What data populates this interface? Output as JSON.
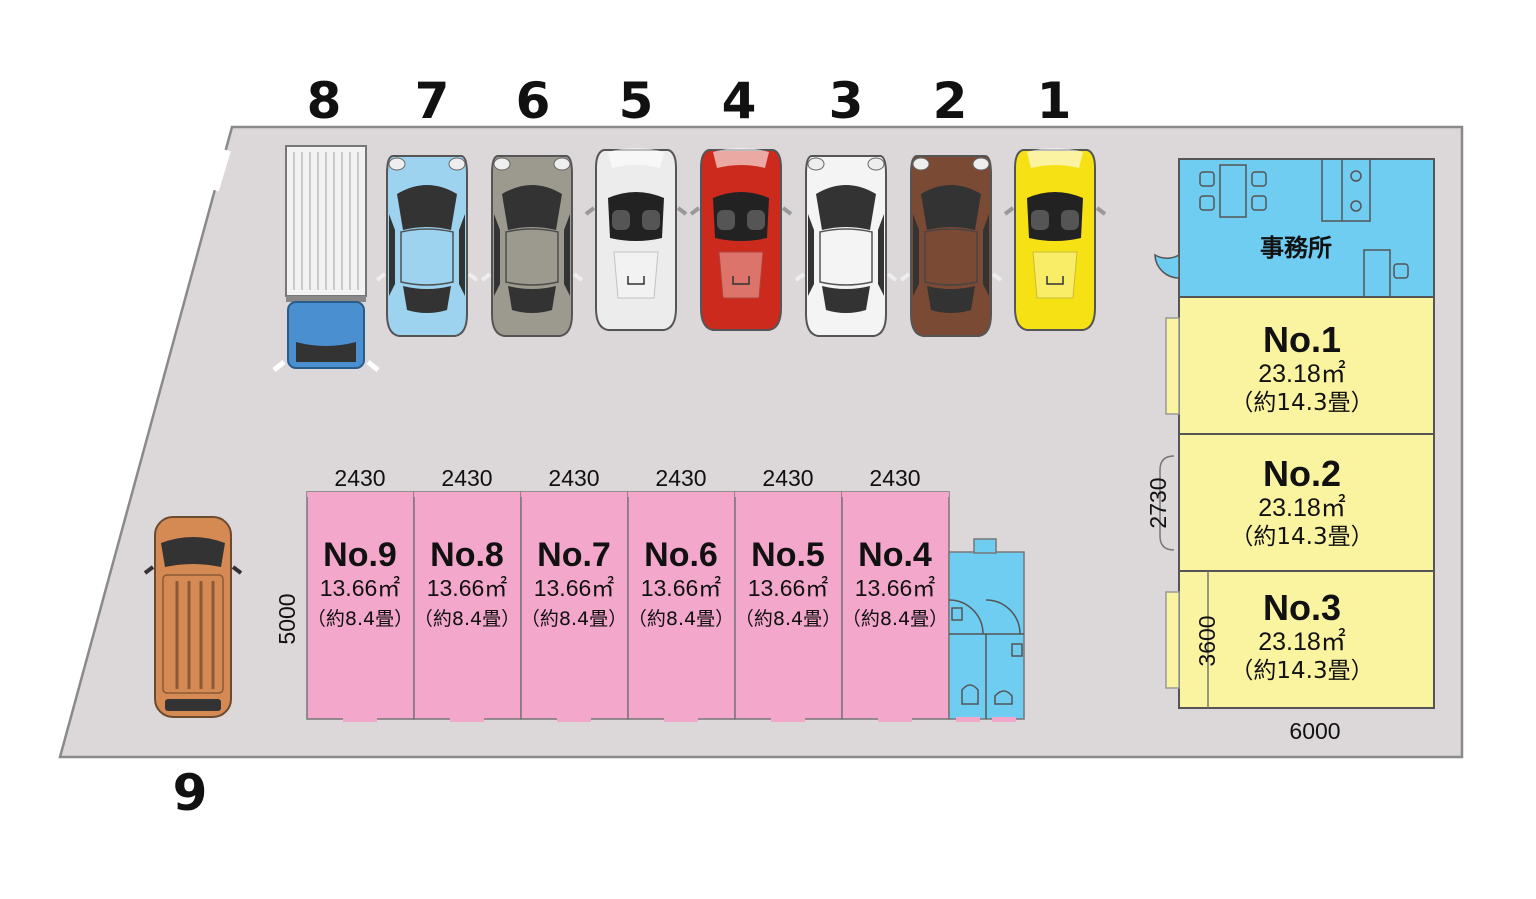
{
  "colors": {
    "lot": "#dcd7d8",
    "lot_border": "#8a8a8a",
    "large_unit": "#faf3a0",
    "small_unit": "#f3a7cb",
    "office": "#6fcdf2",
    "toilet": "#6fcdf2"
  },
  "parking": [
    {
      "num": "1",
      "vehicle": "roadster-car-icon",
      "color": "#f6e214"
    },
    {
      "num": "2",
      "vehicle": "beetle-car-icon",
      "color": "#7b4a34"
    },
    {
      "num": "3",
      "vehicle": "beetle-car-icon",
      "color": "#f4f4f4"
    },
    {
      "num": "4",
      "vehicle": "roadster-car-icon",
      "color": "#cc2a1c"
    },
    {
      "num": "5",
      "vehicle": "roadster-car-icon",
      "color": "#ececec"
    },
    {
      "num": "6",
      "vehicle": "beetle-car-icon",
      "color": "#9c9a8f"
    },
    {
      "num": "7",
      "vehicle": "beetle-car-icon",
      "color": "#9ed3ef"
    },
    {
      "num": "8",
      "vehicle": "truck-icon",
      "color": "#4a8fd0"
    },
    {
      "num": "9",
      "vehicle": "suv-car-icon",
      "color": "#d48a52"
    }
  ],
  "office": {
    "label": "事務所"
  },
  "large_units": [
    {
      "no": "No.1",
      "area": "23.18㎡",
      "tatami": "（約14.3畳）"
    },
    {
      "no": "No.2",
      "area": "23.18㎡",
      "tatami": "（約14.3畳）"
    },
    {
      "no": "No.3",
      "area": "23.18㎡",
      "tatami": "（約14.3畳）"
    }
  ],
  "small_units": [
    {
      "no": "No.9",
      "area": "13.66㎡",
      "tatami": "（約8.4畳）",
      "width": "2430"
    },
    {
      "no": "No.8",
      "area": "13.66㎡",
      "tatami": "（約8.4畳）",
      "width": "2430"
    },
    {
      "no": "No.7",
      "area": "13.66㎡",
      "tatami": "（約8.4畳）",
      "width": "2430"
    },
    {
      "no": "No.6",
      "area": "13.66㎡",
      "tatami": "（約8.4畳）",
      "width": "2430"
    },
    {
      "no": "No.5",
      "area": "13.66㎡",
      "tatami": "（約8.4畳）",
      "width": "2430"
    },
    {
      "no": "No.4",
      "area": "13.66㎡",
      "tatami": "（約8.4畳）",
      "width": "2430"
    }
  ],
  "dimensions": {
    "small_depth": "5000",
    "large_height": "2730",
    "large_inner_height": "3600",
    "large_width": "6000"
  }
}
